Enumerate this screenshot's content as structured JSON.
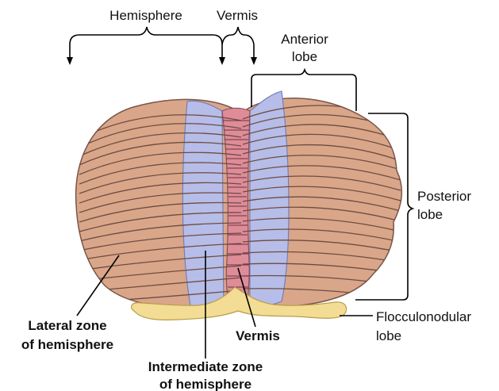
{
  "labels": {
    "hemisphere": "Hemisphere",
    "vermis_top": "Vermis",
    "anterior_1": "Anterior",
    "anterior_2": "lobe",
    "posterior_1": "Posterior",
    "posterior_2": "lobe",
    "lateral_1": "Lateral zone",
    "lateral_2": "of hemisphere",
    "vermis_bottom": "Vermis",
    "intermediate_1": "Intermediate zone",
    "intermediate_2": "of hemisphere",
    "floccular_1": "Flocculonodular",
    "floccular_2": "lobe"
  },
  "colors": {
    "hemisphere": "#d9a68a",
    "hemisphere_edge": "#7a5548",
    "intermediate": "#b6bde8",
    "vermis": "#dd8c98",
    "flocculonodular": "#f3dc93"
  }
}
